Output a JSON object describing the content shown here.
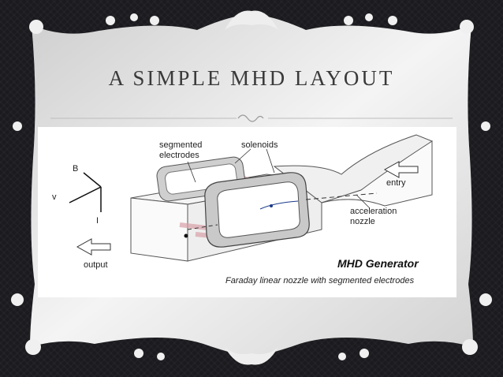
{
  "slide": {
    "title": "A SIMPLE MHD LAYOUT",
    "colors": {
      "background": "#1b1b1f",
      "frame": "#d9d9d9",
      "title": "#3a3a3a"
    }
  },
  "diagram": {
    "labels": {
      "segmented_electrodes_line1": "segmented",
      "segmented_electrodes_line2": "electrodes",
      "solenoids": "solenoids",
      "entry": "entry",
      "acceleration_line1": "acceleration",
      "acceleration_line2": "nozzle",
      "output": "output",
      "axis_b": "B",
      "axis_v": "v",
      "axis_i": "I"
    },
    "caption": {
      "title": "MHD Generator",
      "subtitle": "Faraday linear nozzle with segmented electrodes"
    }
  }
}
